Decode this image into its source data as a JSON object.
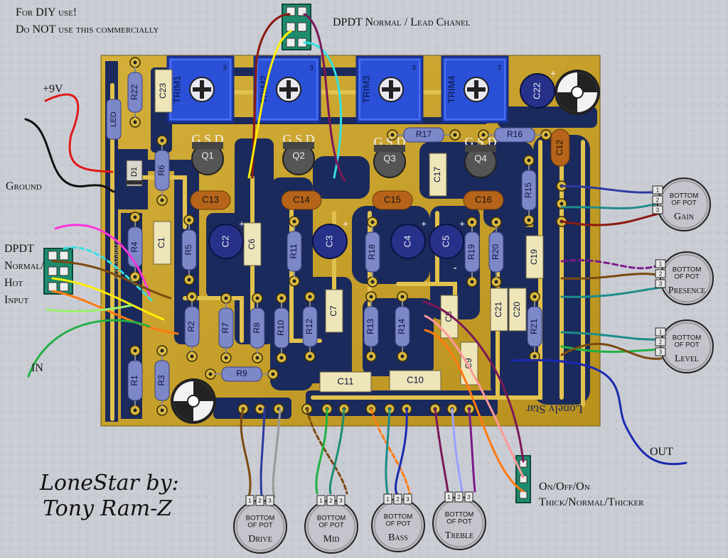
{
  "notes": {
    "diy_line1": "For DIY use!",
    "diy_line2": "Do NOT use this commercially",
    "dpdt_top": "DPDT Normal / Lead Chanel",
    "plus9v": "+9V",
    "ground": "Ground",
    "dpdt_left": [
      "DPDT",
      "Normal/",
      "Hot",
      "Input"
    ],
    "in": "IN",
    "out": "OUT",
    "switch_line1": "On/Off/On",
    "switch_line2": "Thick/Normal/Thicker",
    "credit1": "LoneStar by:",
    "credit2": "Tony Ram-Z"
  },
  "board": {
    "silk_right": "Lonely Star",
    "silk_left": "LonelyStar",
    "fets": [
      "Q1",
      "Q2",
      "Q3",
      "Q4"
    ],
    "fet_pins": "G S D",
    "trimmers": [
      "TRIM1",
      "TRIM2",
      "TRIM3",
      "TRIM4"
    ],
    "trim_pin": "3",
    "resistors": [
      "R22",
      "R6",
      "R4",
      "R5",
      "R2",
      "R7",
      "R8",
      "R10",
      "R9",
      "R11",
      "R1",
      "R3",
      "R12",
      "R13",
      "R18",
      "R14",
      "R19",
      "R20",
      "R15",
      "R21",
      "R17",
      "R16"
    ],
    "box_caps": [
      "C23",
      "C1",
      "C6",
      "C7",
      "C17",
      "C8",
      "C19",
      "C21",
      "C20",
      "C9",
      "C11",
      "C10"
    ],
    "ceramic_caps": [
      "C13",
      "C14",
      "C15",
      "C16",
      "C12"
    ],
    "electrolytics": [
      "C2",
      "C3",
      "C4",
      "C5",
      "C22"
    ],
    "diodes": [
      "LED",
      "D1"
    ],
    "polarity_plus": "+",
    "polarity_minus": "-"
  },
  "pots": {
    "bottom_line1": "BOTTOM",
    "bottom_line2": "OF POT",
    "pins": [
      "1",
      "2",
      "3"
    ],
    "names": [
      "Gain",
      "Presence",
      "Level",
      "Drive",
      "Mid",
      "Bass",
      "Treble"
    ]
  },
  "colors": {
    "board": "#c9a227",
    "trace": "#1b2a5c",
    "copper": "#d9b840",
    "trimmer": "#2a50d8",
    "resistor": "#7d88c8",
    "ceramic": "#b5641a",
    "electrolytic": "#283189",
    "box_cap": "#eee6b8"
  }
}
